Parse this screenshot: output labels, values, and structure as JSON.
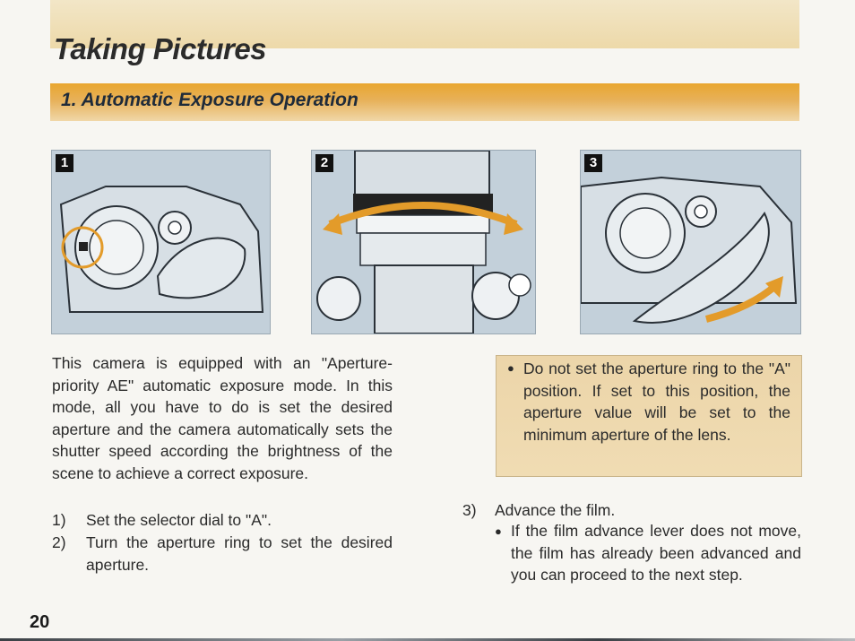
{
  "header": {
    "title": "Taking Pictures",
    "section": "1. Automatic Exposure Operation"
  },
  "figures": [
    {
      "number": "1"
    },
    {
      "number": "2"
    },
    {
      "number": "3"
    }
  ],
  "body": {
    "intro": "This camera is equipped with an \"Aperture-priority AE\" automatic exposure mode. In this mode, all you have to do is set the desired aperture and the camera automatically sets the shutter speed according the brightness of the scene to achieve a correct exposure.",
    "steps": [
      {
        "num": "1)",
        "text": "Set the selector dial to \"A\"."
      },
      {
        "num": "2)",
        "text": "Turn the aperture ring to set the desired aperture."
      },
      {
        "num": "3)",
        "text": "Advance the film."
      }
    ],
    "note": "Do not set the aperture ring to the \"A\" position. If set to this position, the aperture value will be set to the minimum aperture of the lens.",
    "step3_bullet": "If the film advance lever does not move, the film has already been advanced and you can proceed to the next step.",
    "bullet_glyph": "●"
  },
  "footer": {
    "page_number": "20"
  },
  "colors": {
    "title_band": "#edd9a9",
    "section_band": "#e9a62f",
    "note_box": "#ecd5a9",
    "figure_bg": "#bfcdd9"
  }
}
